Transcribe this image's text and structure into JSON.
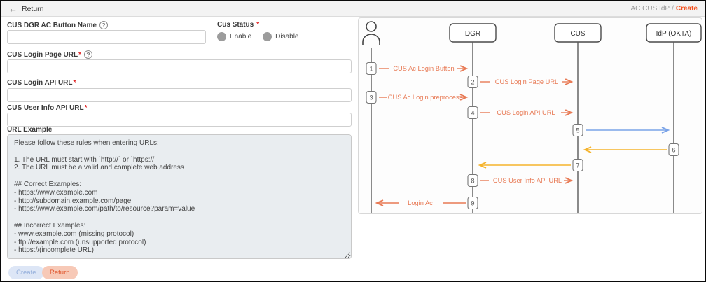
{
  "topbar": {
    "back_label": "Return",
    "back_icon": "arrow-left",
    "breadcrumb_path": "AC CUS IdP",
    "breadcrumb_separator": "/",
    "breadcrumb_current": "Create"
  },
  "form": {
    "help_icon_glyph": "?",
    "required_mark": "*",
    "button_name_label": "CUS DGR AC Button Name",
    "button_name_value": "",
    "status_label": "Cus Status",
    "status_options": [
      {
        "label": "Enable"
      },
      {
        "label": "Disable"
      }
    ],
    "login_page_url_label": "CUS Login Page URL",
    "login_page_url_value": "",
    "login_api_url_label": "CUS Login API URL",
    "login_api_url_value": "",
    "user_info_api_url_label": "CUS User Info API URL",
    "user_info_api_url_value": "",
    "url_example_label": "URL Example",
    "url_example_text": "Please follow these rules when entering URLs:\n\n1. The URL must start with `http://` or `https://`\n2. The URL must be a valid and complete web address\n\n## Correct Examples:\n- https://www.example.com\n- http://subdomain.example.com/page\n- https://www.example.com/path/to/resource?param=value\n\n## Incorrect Examples:\n- www.example.com (missing protocol)\n- ftp://example.com (unsupported protocol)\n- https://(incomplete URL)",
    "create_button": "Create",
    "return_button": "Return"
  },
  "diagram": {
    "actors": [
      {
        "type": "user-icon",
        "label": ""
      },
      {
        "label": "DGR"
      },
      {
        "label": "CUS"
      },
      {
        "label": "IdP (OKTA)"
      }
    ],
    "steps": [
      {
        "num": "1",
        "label": "CUS Ac Login Button",
        "from": "User",
        "to": "DGR",
        "arrow_color": "#e87a55"
      },
      {
        "num": "2",
        "label": "CUS Login Page URL",
        "from": "DGR",
        "to": "CUS",
        "arrow_color": "#e87a55"
      },
      {
        "num": "3",
        "label": "CUS Ac Login preprocess",
        "from": "User",
        "to": "DGR",
        "arrow_color": "#e87a55"
      },
      {
        "num": "4",
        "label": "CUS Login API URL",
        "from": "DGR",
        "to": "CUS",
        "arrow_color": "#e87a55"
      },
      {
        "num": "5",
        "label": "",
        "from": "CUS",
        "to": "IdP (OKTA)",
        "arrow_color": "#7aa3e8"
      },
      {
        "num": "6",
        "label": "",
        "from": "IdP (OKTA)",
        "to": "CUS",
        "arrow_color": "#f5b32c"
      },
      {
        "num": "7",
        "label": "",
        "from": "CUS",
        "to": "DGR",
        "arrow_color": "#f5b32c"
      },
      {
        "num": "8",
        "label": "CUS User Info API URL",
        "from": "DGR",
        "to": "CUS",
        "arrow_color": "#e87a55"
      },
      {
        "num": "9",
        "label": "Login Ac",
        "from": "DGR",
        "to": "User",
        "arrow_color": "#e87a55"
      }
    ],
    "colors": {
      "orange": "#e87a55",
      "blue": "#7aa3e8",
      "yellow": "#f5b32c"
    }
  }
}
